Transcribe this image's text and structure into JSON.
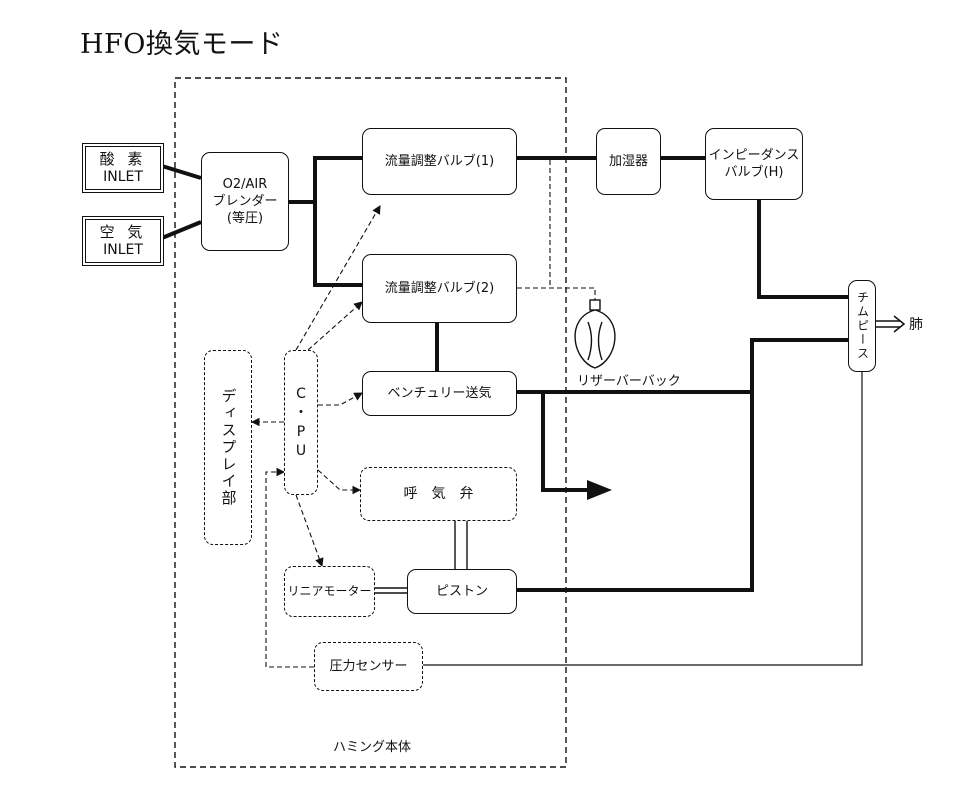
{
  "title": "HFO換気モード",
  "inlets": {
    "oxygen": {
      "name": "酸 素",
      "sub": "INLET"
    },
    "air": {
      "name": "空 気",
      "sub": "INLET"
    }
  },
  "blocks": {
    "blender": "O2/AIR\nブレンダー\n(等圧)",
    "flow_valve_1": "流量調整バルブ(1)",
    "flow_valve_2": "流量調整バルブ(2)",
    "humidifier": "加湿器",
    "impedance_valve": "インピーダンス\nバルブ(H)",
    "t_piece": "チムピース",
    "venturi": "ベンチュリー送気",
    "exhalation_valve": "呼　気　弁",
    "piston": "ピストン",
    "linear_motor": "リニアモーター",
    "pressure_sensor": "圧力センサー",
    "cpu": "C\n・\nP\nU",
    "display": "ディスプレイ部"
  },
  "labels": {
    "reservoir_bag": "リザーバーバック",
    "lung": "肺",
    "main_unit": "ハミング本体"
  }
}
